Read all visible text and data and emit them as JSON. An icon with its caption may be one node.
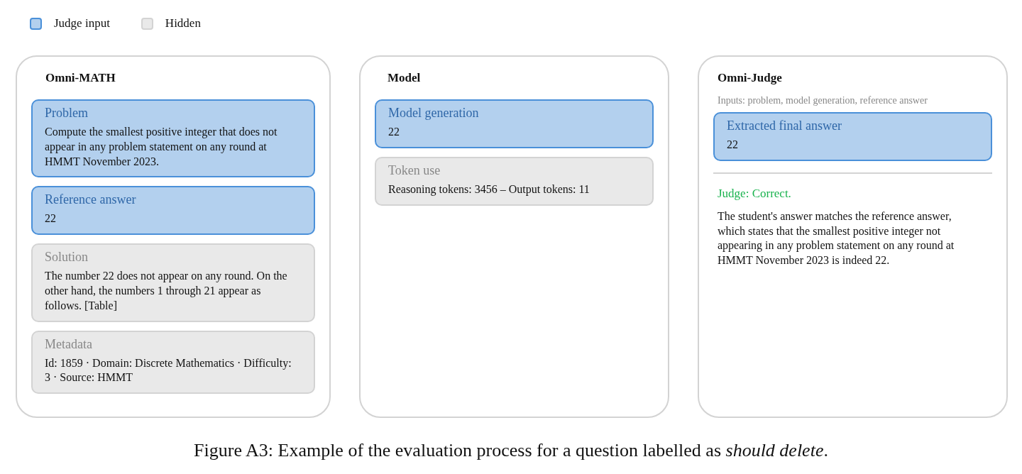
{
  "diagram": {
    "caption": "Figure A3: Example of the evaluation process for a question labelled as *should delete*.",
    "nodes": [
      {
        "text": [
          "Omni-MATH"
        ]
      },
      {
        "text": [
          "Problem",
          "Compute the smallest positive integer that does not appear in any problem statement on any round at HMMT November 2023."
        ],
        "in": 0
      },
      {
        "text": [
          "Reference answer",
          "22"
        ],
        "in": 0
      },
      {
        "text": [
          "Solution",
          "The number 22 does not appear on any round. On the other hand, the numbers 1 through 21 appear as follows. [Table]"
        ],
        "in": 0
      },
      {
        "text": [
          "Metadata",
          "Id: 1859 · Domain: Discrete Mathematics · Difficulty: 3 · Source: HMMT"
        ],
        "in": 0
      },
      {
        "text": [
          "Model"
        ]
      },
      {
        "text": [
          "Model generation",
          "22"
        ],
        "in": 5
      },
      {
        "text": [
          "Token use",
          "Reasoning tokens: 3456 – Output tokens: 11"
        ],
        "in": 5
      },
      {
        "text": [
          "Omni-Judge",
          "Inputs: problem, model generation, reference answer",
          "Judge: Correct.",
          "The student's answer matches the reference answer, which states that the smallest positive integer not appearing in any problem statement on any round at HMMT November 2023 is indeed 22."
        ]
      },
      {
        "text": [
          "Extracted final answer",
          "22"
        ],
        "in": 8
      }
    ],
    "legend": [
      {
        "text": "Judge input",
        "color": "#b3d0ee"
      },
      {
        "text": "Hidden",
        "color": "#e9e9e9"
      }
    ]
  }
}
